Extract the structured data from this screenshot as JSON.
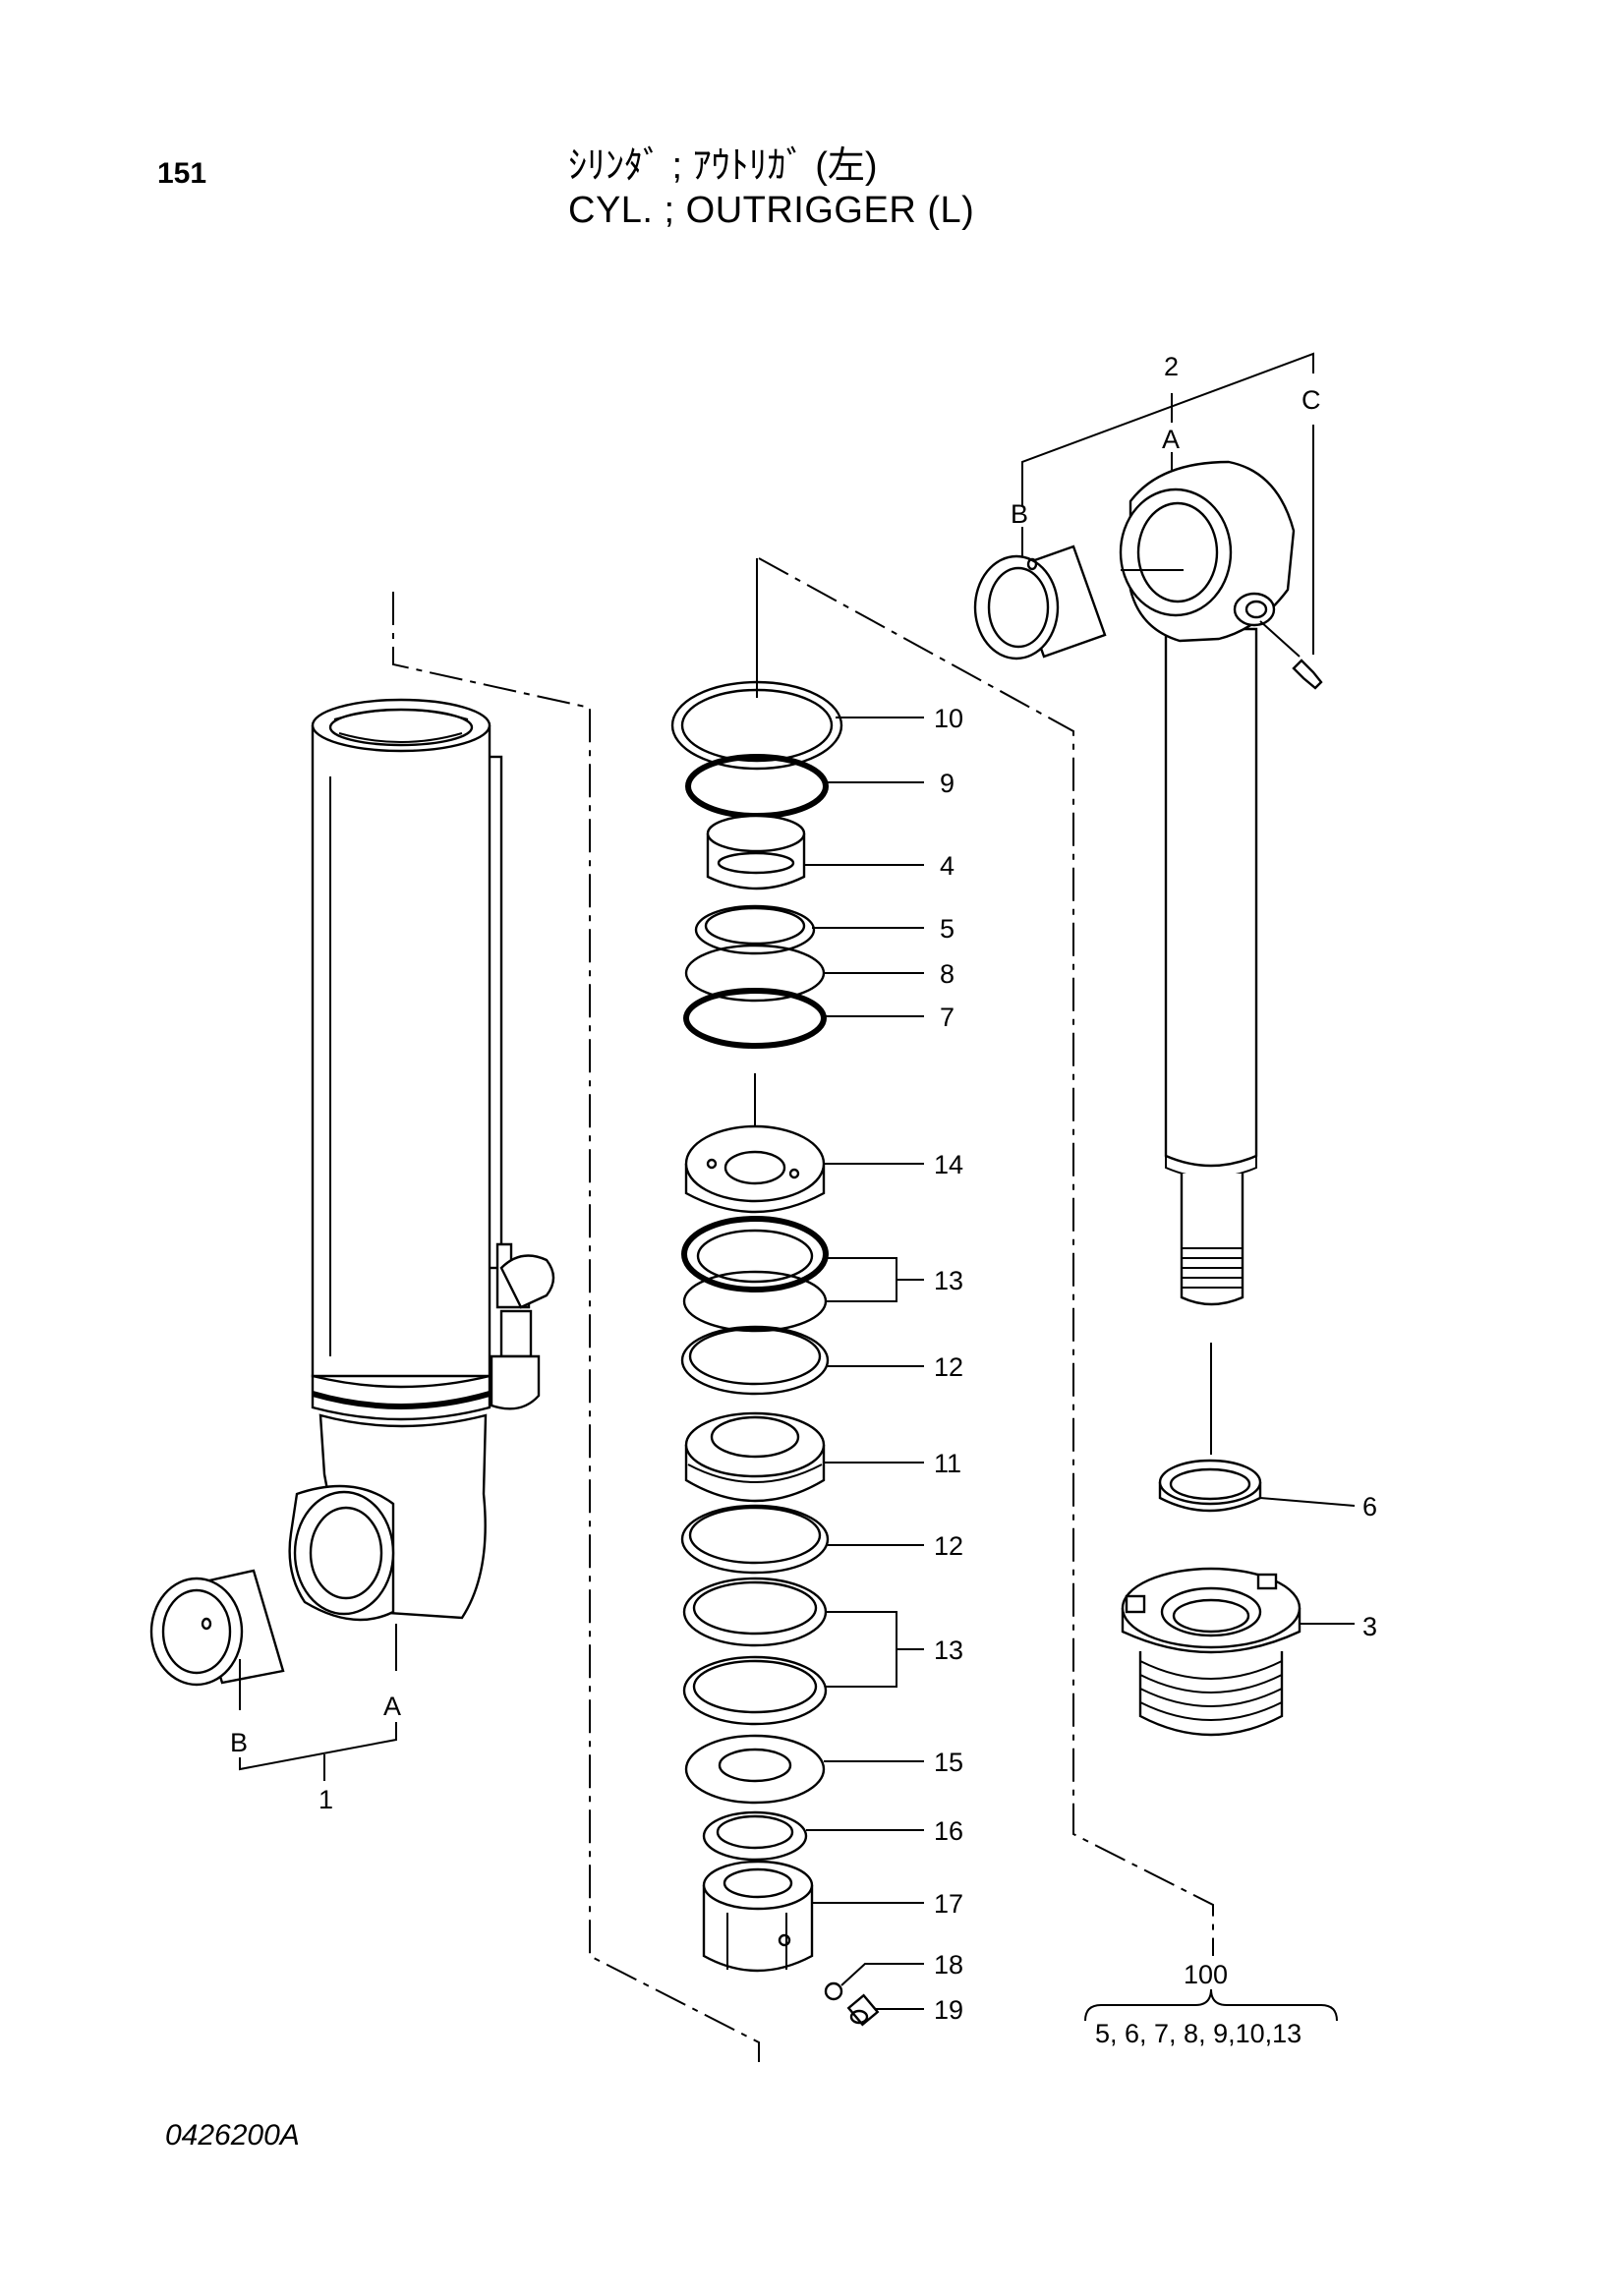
{
  "page_number": "151",
  "title_jp": "ｼﾘﾝﾀﾞ ; ｱｳﾄﾘｶﾞ (左)",
  "title_en": "CYL. ; OUTRIGGER (L)",
  "reference_code": "0426200A",
  "callouts": {
    "p1": "1",
    "p2": "2",
    "p3": "3",
    "p4": "4",
    "p5": "5",
    "p6": "6",
    "p7": "7",
    "p8": "8",
    "p9": "9",
    "p10": "10",
    "p11": "11",
    "p12a": "12",
    "p12b": "12",
    "p13a": "13",
    "p13b": "13",
    "p14": "14",
    "p15": "15",
    "p16": "16",
    "p17": "17",
    "p18": "18",
    "p19": "19",
    "p100": "100"
  },
  "sub_labels": {
    "a_left": "A",
    "b_left": "B",
    "a_right": "A",
    "b_right": "B",
    "c_right": "C"
  },
  "kit": {
    "number": "100",
    "contents": "5, 6, 7, 8, 9,10,13"
  }
}
